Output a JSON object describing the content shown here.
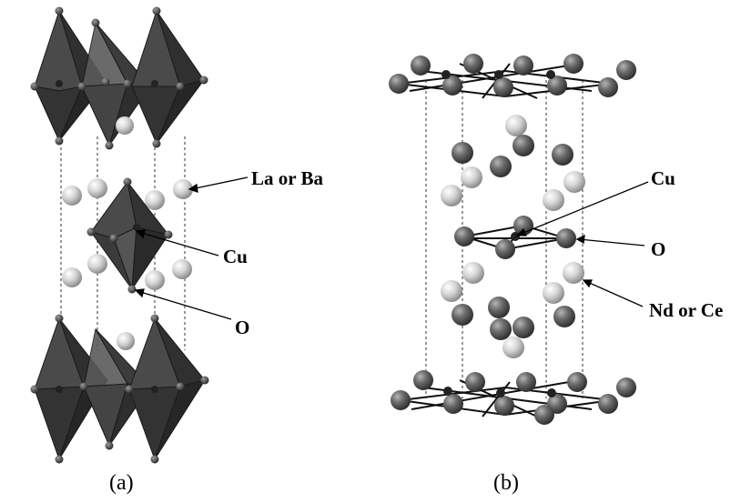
{
  "panels": [
    {
      "caption": "(a)",
      "labels": {
        "site_a": "La or Ba",
        "site_b": "Cu",
        "site_c": "O"
      }
    },
    {
      "caption": "(b)",
      "labels": {
        "site_a": "Cu",
        "site_b": "O",
        "site_c": "Nd or Ce"
      }
    }
  ],
  "colors": {
    "octahedron_dark": "#3a3a3a",
    "octahedron_mid": "#5e5e5e",
    "atom_dark": "#595959",
    "atom_light": "#cfcfcf",
    "bond": "#111111"
  }
}
